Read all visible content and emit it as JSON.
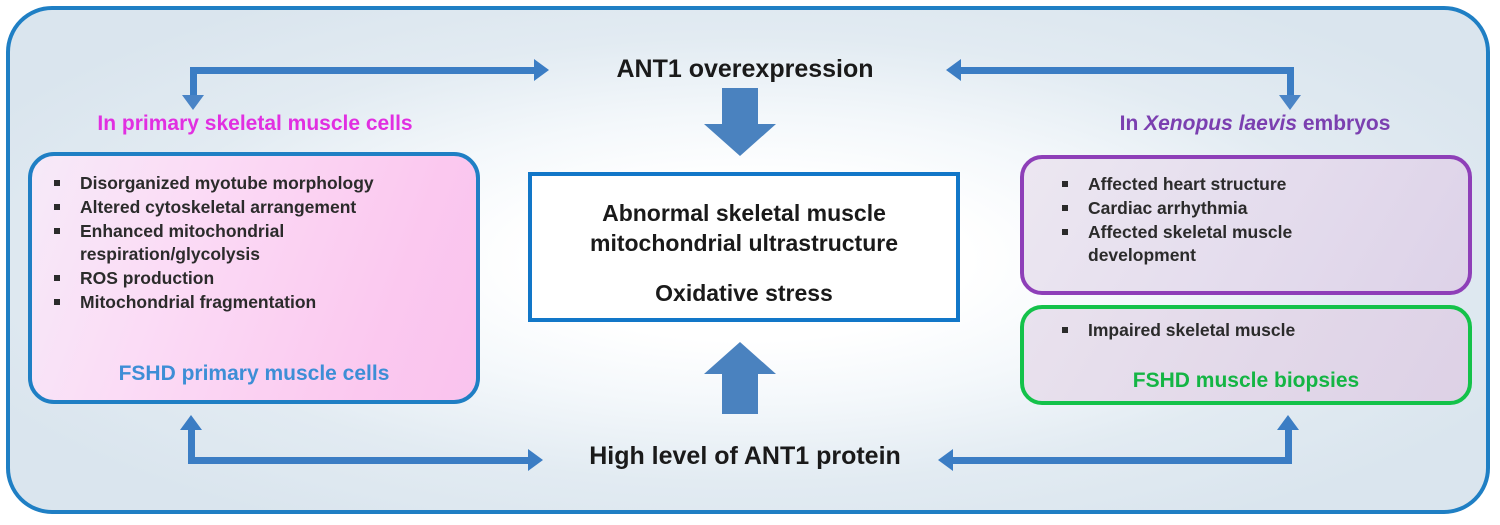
{
  "figure": {
    "top_label": "ANT1 overexpression",
    "bottom_label": "High level of ANT1 protein"
  },
  "left": {
    "heading": "In primary skeletal muscle cells",
    "bullets": [
      "Disorganized myotube morphology",
      "Altered cytoskeletal arrangement",
      "Enhanced mitochondrial",
      "respiration/glycolysis",
      "ROS production",
      "Mitochondrial fragmentation"
    ],
    "footer": "FSHD primary muscle cells"
  },
  "center": {
    "line1": "Abnormal skeletal muscle",
    "line2": "mitochondrial ultrastructure",
    "line3": "Oxidative stress"
  },
  "right": {
    "heading_prefix": "In ",
    "heading_species": "Xenopus laevis",
    "heading_suffix": " embryos",
    "xenopus_bullets": [
      "Affected heart structure",
      "Cardiac arrhythmia",
      "Affected  skeletal muscle",
      "development"
    ],
    "biopsy_bullets": [
      "Impaired skeletal muscle"
    ],
    "biopsy_footer": "FSHD muscle biopsies"
  },
  "colors": {
    "outer_border": "#1f7fc4",
    "connector": "#3b7dc4",
    "block_arrow": "#4a82bf",
    "left_heading": "#e12fe1",
    "left_panel_border": "#1f7fc4",
    "left_footer": "#3d8ed6",
    "right_heading": "#7b3fb0",
    "xenopus_border": "#8e3fb8",
    "biopsy_border": "#14c24a",
    "biopsy_footer": "#14b544",
    "center_border": "#1277c8"
  }
}
